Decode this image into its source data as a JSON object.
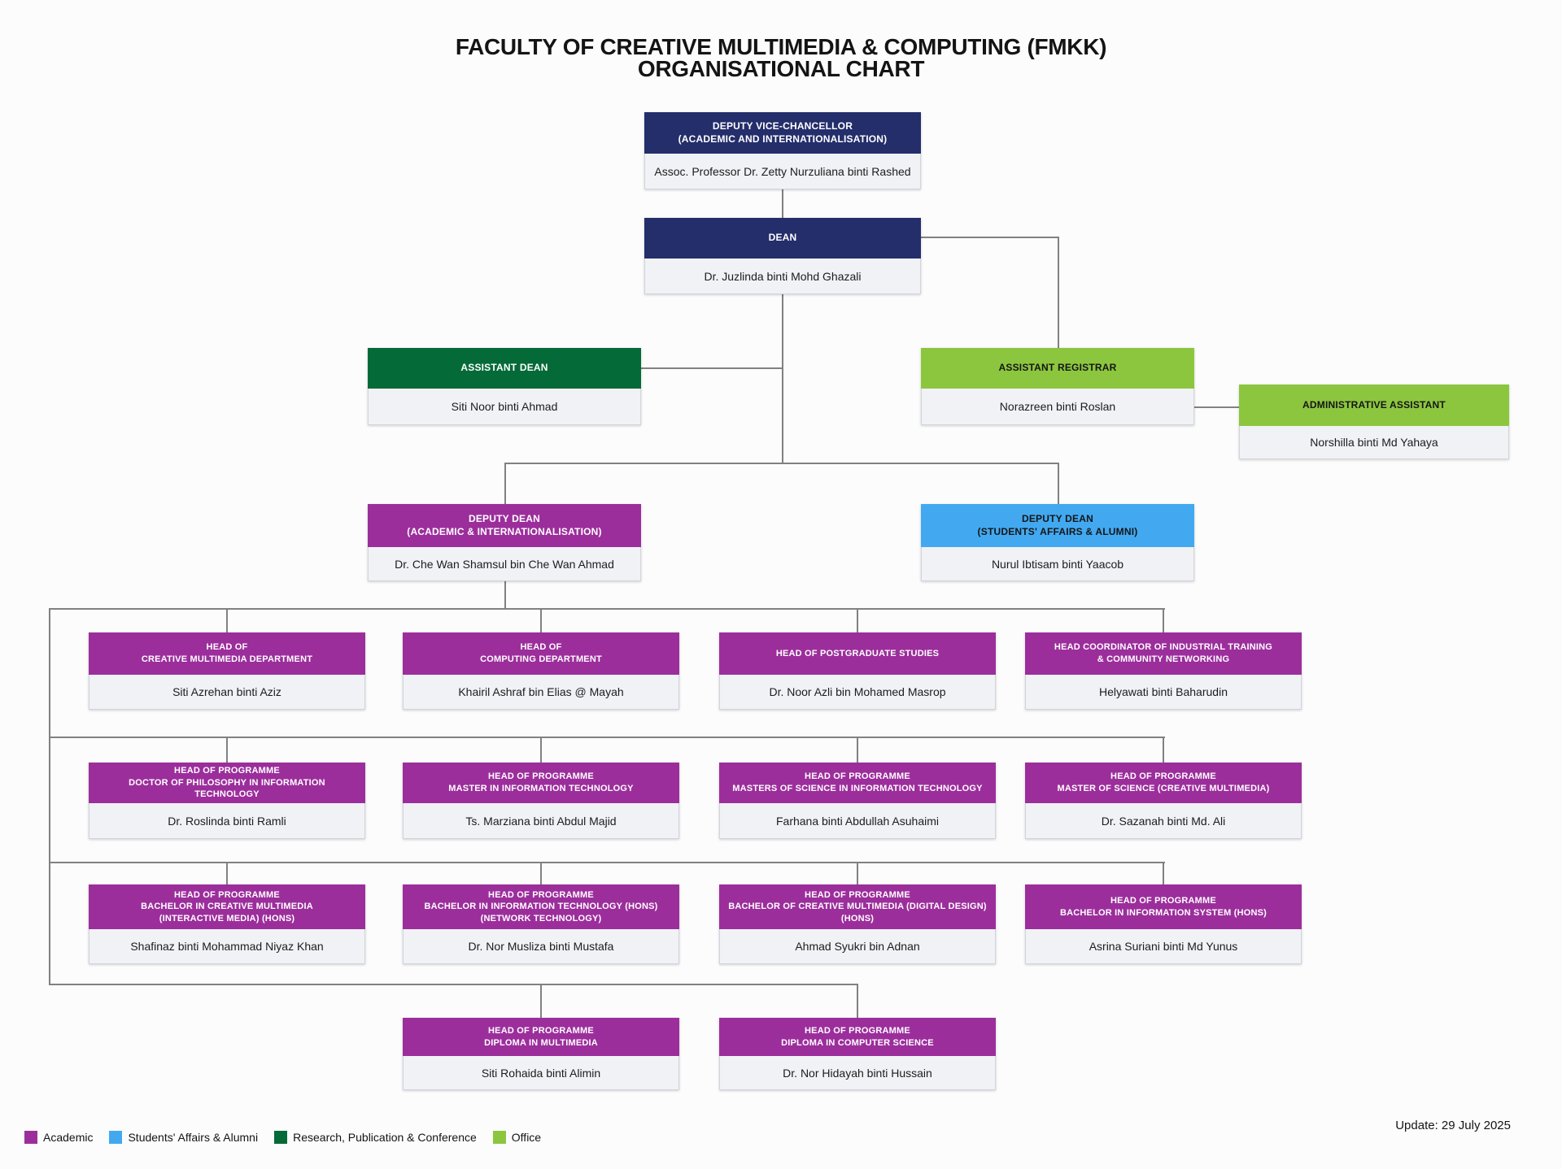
{
  "title": {
    "line1": "FACULTY OF CREATIVE MULTIMEDIA & COMPUTING (FMKK)",
    "line2": "ORGANISATIONAL CHART"
  },
  "colors": {
    "academic": "#9C2E9C",
    "students_affairs_alumni": "#42A9F1",
    "research_publication_conference": "#046A38",
    "office": "#8CC63F",
    "executive_navy": "#242E6B",
    "connector_gray": "#818181",
    "name_panel_bg": "#F1F2F6"
  },
  "nodes": {
    "dvc": {
      "role": "DEPUTY VICE-CHANCELLOR\n(ACADEMIC AND INTERNATIONALISATION)",
      "person": "Assoc. Professor Dr. Zetty Nurzuliana binti Rashed"
    },
    "dean": {
      "role": "DEAN",
      "person": "Dr. Juzlinda binti Mohd Ghazali"
    },
    "assistant_dean": {
      "role": "ASSISTANT DEAN",
      "person": "Siti Noor binti Ahmad"
    },
    "assistant_registrar": {
      "role": "ASSISTANT REGISTRAR",
      "person": "Norazreen binti Roslan"
    },
    "administrative_assistant": {
      "role": "ADMINISTRATIVE ASSISTANT",
      "person": "Norshilla binti Md Yahaya"
    },
    "deputy_dean_academic": {
      "role": "DEPUTY DEAN\n(ACADEMIC & INTERNATIONALISATION)",
      "person": "Dr. Che Wan Shamsul bin Che Wan Ahmad"
    },
    "deputy_dean_students": {
      "role": "DEPUTY DEAN\n(STUDENTS' AFFAIRS & ALUMNI)",
      "person": "Nurul Ibtisam binti Yaacob"
    },
    "head_cmd": {
      "role": "HEAD OF\nCREATIVE MULTIMEDIA DEPARTMENT",
      "person": "Siti Azrehan binti Aziz"
    },
    "head_cd": {
      "role": "HEAD OF\nCOMPUTING DEPARTMENT",
      "person": "Khairil Ashraf bin Elias @ Mayah"
    },
    "head_pg": {
      "role": "HEAD OF POSTGRADUATE STUDIES",
      "person": "Dr. Noor Azli bin Mohamed Masrop"
    },
    "head_itcn": {
      "role": "HEAD COORDINATOR OF INDUSTRIAL TRAINING\n& COMMUNITY NETWORKING",
      "person": "Helyawati binti Baharudin"
    },
    "prog_phd_it": {
      "role": "HEAD OF PROGRAMME\nDOCTOR OF PHILOSOPHY IN INFORMATION TECHNOLOGY",
      "person": "Dr. Roslinda binti Ramli"
    },
    "prog_mit": {
      "role": "HEAD OF PROGRAMME\nMASTER IN INFORMATION TECHNOLOGY",
      "person": "Ts. Marziana binti Abdul Majid"
    },
    "prog_msit": {
      "role": "HEAD OF PROGRAMME\nMASTERS OF SCIENCE IN INFORMATION TECHNOLOGY",
      "person": "Farhana binti Abdullah Asuhaimi"
    },
    "prog_msc_cm": {
      "role": "HEAD OF PROGRAMME\nMASTER OF SCIENCE (CREATIVE MULTIMEDIA)",
      "person": "Dr. Sazanah binti Md. Ali"
    },
    "prog_bcm_im": {
      "role": "HEAD OF PROGRAMME\nBACHELOR IN CREATIVE MULTIMEDIA\n(INTERACTIVE MEDIA) (HONS)",
      "person": "Shafinaz binti Mohammad Niyaz Khan"
    },
    "prog_bit_nt": {
      "role": "HEAD OF PROGRAMME\nBACHELOR IN INFORMATION TECHNOLOGY (HONS)\n(NETWORK TECHNOLOGY)",
      "person": "Dr. Nor Musliza binti Mustafa"
    },
    "prog_bcm_dd": {
      "role": "HEAD OF PROGRAMME\nBACHELOR OF CREATIVE MULTIMEDIA (DIGITAL DESIGN)\n(HONS)",
      "person": "Ahmad Syukri bin Adnan"
    },
    "prog_bis": {
      "role": "HEAD OF PROGRAMME\nBACHELOR IN INFORMATION SYSTEM (HONS)",
      "person": "Asrina Suriani binti Md Yunus"
    },
    "prog_dip_mm": {
      "role": "HEAD OF PROGRAMME\nDIPLOMA IN MULTIMEDIA",
      "person": "Siti Rohaida binti Alimin"
    },
    "prog_dip_cs": {
      "role": "HEAD OF PROGRAMME\nDIPLOMA IN COMPUTER SCIENCE",
      "person": "Dr. Nor Hidayah binti Hussain"
    }
  },
  "legend": [
    {
      "label": "Academic",
      "color": "#9C2E9C"
    },
    {
      "label": "Students' Affairs & Alumni",
      "color": "#42A9F1"
    },
    {
      "label": "Research, Publication & Conference",
      "color": "#046A38"
    },
    {
      "label": "Office",
      "color": "#8CC63F"
    }
  ],
  "footer": {
    "update_note": "Update: 29 July 2025"
  }
}
